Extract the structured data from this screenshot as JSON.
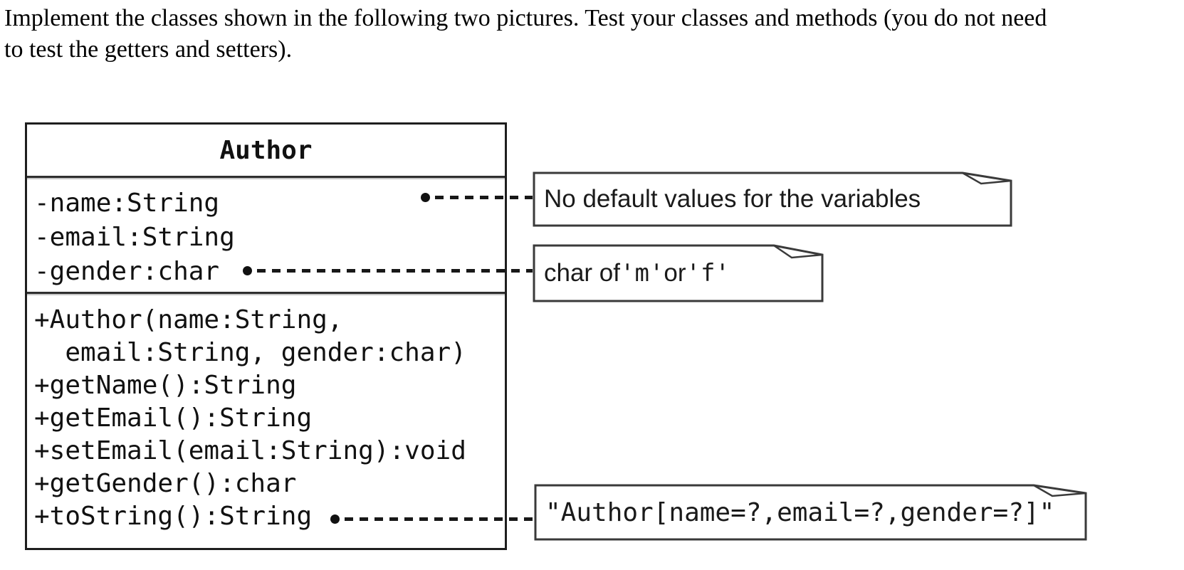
{
  "page": {
    "instruction_lines": [
      "Implement the classes shown in the following two pictures. Test your classes and methods (you do not need",
      "to test the getters and setters)."
    ]
  },
  "uml": {
    "class_name": "Author",
    "fields": [
      "-name:String",
      "-email:String",
      "-gender:char"
    ],
    "methods": [
      "+Author(name:String,",
      "  email:String, gender:char)",
      "+getName():String",
      "+getEmail():String",
      "+setEmail(email:String):void",
      "+getGender():char",
      "+toString():String"
    ],
    "notes": [
      {
        "text": "No default values for the variables",
        "attached_to": "-name:String"
      },
      {
        "attached_to": "-gender:char",
        "segments": [
          {
            "text": "char of "
          },
          {
            "text": "'m'"
          },
          {
            "text": " or "
          },
          {
            "text": "'f'"
          }
        ]
      },
      {
        "text": "\"Author[name=?,email=?,gender=?]\"",
        "attached_to": "+toString():String"
      }
    ],
    "colors": {
      "line": "#2f2f2f",
      "separator_shadow": "#c6c6c6",
      "text": "#111111",
      "background": "#ffffff"
    }
  }
}
